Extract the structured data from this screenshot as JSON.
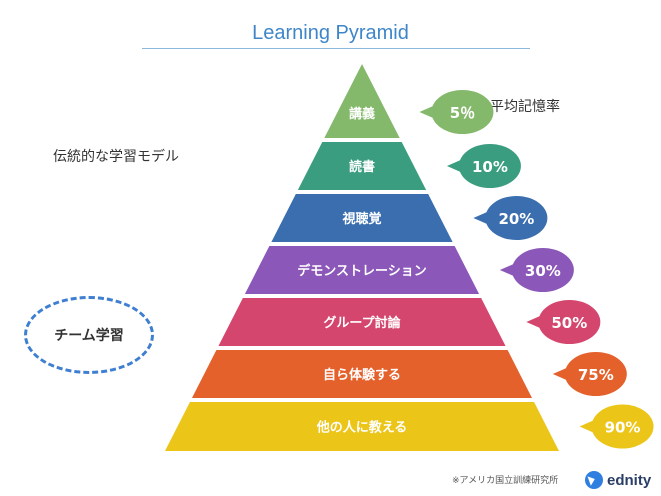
{
  "title": "Learning Pyramid",
  "labels": {
    "traditional": "伝統的な学習モデル",
    "retention": "平均記憶率",
    "team": "チーム学習"
  },
  "footnote": "※アメリカ国立訓練研究所",
  "brand": "ednity",
  "levels": [
    {
      "label": "講義",
      "value": "5％",
      "color": "#84b86a"
    },
    {
      "label": "読書",
      "value": "10%",
      "color": "#3a9d7f"
    },
    {
      "label": "視聴覚",
      "value": "20%",
      "color": "#3b6eaf"
    },
    {
      "label": "デモンストレーション",
      "value": "30%",
      "color": "#8b57b8"
    },
    {
      "label": "グループ討論",
      "value": "50%",
      "color": "#d4466e"
    },
    {
      "label": "自ら体験する",
      "value": "75%",
      "color": "#e4612c"
    },
    {
      "label": "他の人に教える",
      "value": "90%",
      "color": "#ecc519"
    }
  ]
}
